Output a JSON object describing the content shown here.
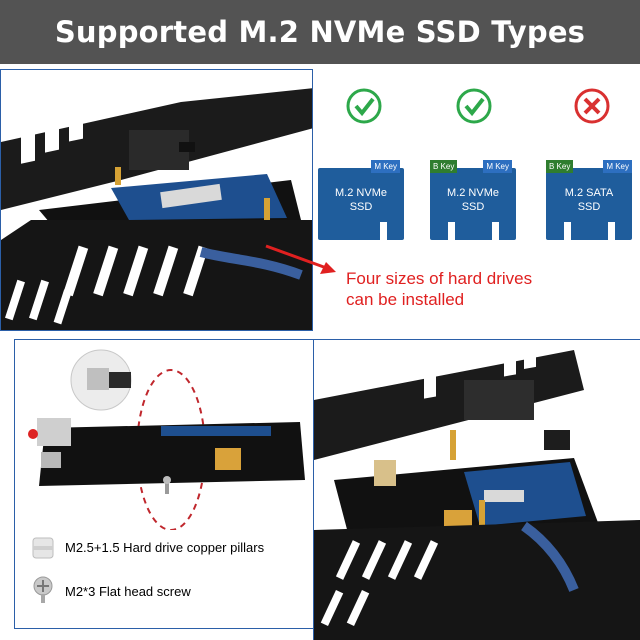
{
  "header": {
    "title": "Supported M.2 NVMe SSD Types"
  },
  "ssd_types": [
    {
      "label_line1": "M.2 NVMe",
      "label_line2": "SSD",
      "keys": [
        "M Key"
      ],
      "status": "supported",
      "status_icon": "check-circle-icon"
    },
    {
      "label_line1": "M.2 NVMe",
      "label_line2": "SSD",
      "keys": [
        "B Key",
        "M Key"
      ],
      "status": "supported",
      "status_icon": "check-circle-icon"
    },
    {
      "label_line1": "M.2 SATA",
      "label_line2": "SSD",
      "keys": [
        "B Key",
        "M Key"
      ],
      "status": "unsupported",
      "status_icon": "x-circle-icon"
    }
  ],
  "annotation": {
    "line1": "Four sizes of hard drives",
    "line2": "can be installed"
  },
  "accessories": [
    {
      "label": "M2.5+1.5 Hard drive copper pillars",
      "icon": "copper-pillar-icon"
    },
    {
      "label": "M2*3  Flat head screw",
      "icon": "flat-head-screw-icon"
    }
  ],
  "colors": {
    "header_bg": "#535353",
    "panel_border": "#2b5fa8",
    "ssd_blue": "#1f5d9c",
    "check_green": "#2da84a",
    "x_red": "#d93030",
    "annotation_red": "#e02020"
  }
}
